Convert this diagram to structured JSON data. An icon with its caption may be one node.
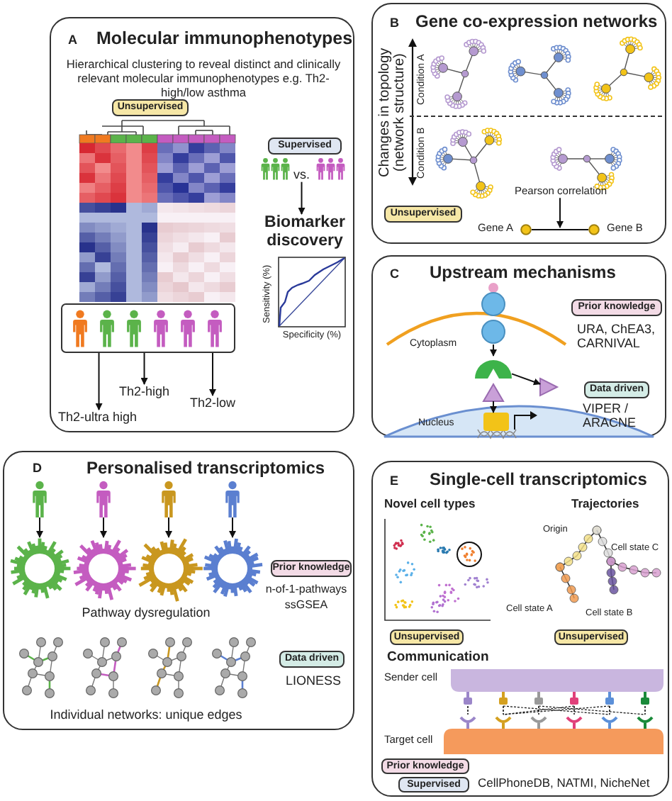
{
  "diagram": {
    "nodes": [
      {
        "text": [
          "A",
          "Molecular immunophenotypes",
          "Hierarchical clustering to reveal distinct and clinically relevant molecular immunophenotypes e.g. Th2-high/low asthma"
        ]
      },
      {
        "text": [
          "Unsupervised"
        ],
        "in": 0
      },
      {
        "text": [],
        "shape": "box",
        "in": 0
      },
      {
        "text": [
          "Th2-ultra high"
        ],
        "in": 0
      },
      {
        "text": [
          "Th2-high"
        ],
        "in": 0
      },
      {
        "text": [
          "Th2-low"
        ],
        "in": 0
      },
      {
        "text": [
          "Supervised"
        ],
        "in": 0
      },
      {
        "text": [
          "vs."
        ],
        "in": 0
      },
      {
        "text": [
          "Biomarker discovery"
        ],
        "in": 0
      },
      {
        "text": [
          "B",
          "Gene co-expression networks"
        ]
      },
      {
        "text": [
          "Unsupervised"
        ],
        "in": 9
      },
      {
        "text": [
          "Pearson correlation"
        ],
        "in": 9
      },
      {
        "text": [],
        "shape": "circle",
        "in": 9,
        "beside": [
          "Gene A"
        ]
      },
      {
        "text": [],
        "shape": "circle",
        "in": 9,
        "beside": [
          "Gene B"
        ]
      },
      {
        "text": [
          "C",
          "Upstream mechanisms"
        ]
      },
      {
        "text": [],
        "shape": "circle",
        "in": 14
      },
      {
        "text": [],
        "shape": "circle",
        "in": 14
      },
      {
        "text": [],
        "shape": "triangle",
        "in": 14
      },
      {
        "text": [],
        "shape": "triangle",
        "in": 14
      },
      {
        "text": [],
        "shape": "box",
        "in": 14
      },
      {
        "text": [
          "Prior knowledge"
        ],
        "in": 14
      },
      {
        "text": [
          "Data driven"
        ],
        "in": 14
      },
      {
        "text": [
          "D",
          "Personalised transcriptomics"
        ]
      },
      {
        "text": [],
        "shape": "person",
        "in": 22
      },
      {
        "text": [],
        "shape": "person",
        "in": 22
      },
      {
        "text": [],
        "shape": "person",
        "in": 22
      },
      {
        "text": [],
        "shape": "person",
        "in": 22
      },
      {
        "text": [],
        "shape": "picture",
        "in": 22
      },
      {
        "text": [],
        "shape": "picture",
        "in": 22
      },
      {
        "text": [],
        "shape": "picture",
        "in": 22
      },
      {
        "text": [],
        "shape": "picture",
        "in": 22
      },
      {
        "text": [
          "Prior knowledge"
        ],
        "in": 22
      },
      {
        "text": [
          "Data driven"
        ],
        "in": 22
      },
      {
        "text": [
          "E",
          "Single-cell transcriptomics"
        ]
      },
      {
        "text": [
          "Unsupervised"
        ],
        "in": 33
      },
      {
        "text": [
          "Unsupervised"
        ],
        "in": 33
      },
      {
        "text": [],
        "shape": "box",
        "in": 33,
        "beside": [
          "Sender cell"
        ]
      },
      {
        "text": [],
        "shape": "box",
        "in": 33,
        "beside": [
          "Target cell"
        ]
      },
      {
        "text": [
          "Prior knowledge"
        ],
        "in": 33
      },
      {
        "text": [
          "Supervised"
        ],
        "in": 33
      }
    ],
    "edges": [
      {
        "from": 2,
        "to": 3,
        "arrow": "to"
      },
      {
        "from": 2,
        "to": 4,
        "arrow": "to"
      },
      {
        "from": 2,
        "to": 5,
        "arrow": "to"
      },
      {
        "from": 7,
        "to": 8,
        "arrow": "to"
      },
      {
        "from": 11,
        "to": null,
        "arrow": "to"
      },
      {
        "from": 12,
        "to": 13,
        "arrow": "none"
      },
      {
        "from": 15,
        "to": 16,
        "arrow": "to"
      },
      {
        "from": 17,
        "to": 19,
        "arrow": "to"
      },
      {
        "from": 16,
        "to": 18,
        "arrow": "to"
      },
      {
        "from": 23,
        "to": 27,
        "arrow": "to"
      },
      {
        "from": 24,
        "to": 28,
        "arrow": "to"
      },
      {
        "from": 25,
        "to": 29,
        "arrow": "to"
      },
      {
        "from": 26,
        "to": 30,
        "arrow": "to"
      }
    ],
    "labels": [
      "Sensitivity (%)",
      "Specificity (%)",
      "Changes in topology (network structure)",
      "Condition A",
      "Condition B",
      "URA, ChEA3, CARNIVAL",
      "Cytoplasm",
      "VIPER / ARACNE",
      "Nucleus",
      "n-of-1-pathways",
      "ssGSEA",
      "Pathway dysregulation",
      "LIONESS",
      "Individual networks: unique edges",
      "Novel cell types",
      "Trajectories",
      "Origin",
      "Cell state C",
      "Cell state A",
      "Cell state B",
      "Communication",
      "CellPhoneDB, NATMI, NicheNet"
    ]
  }
}
